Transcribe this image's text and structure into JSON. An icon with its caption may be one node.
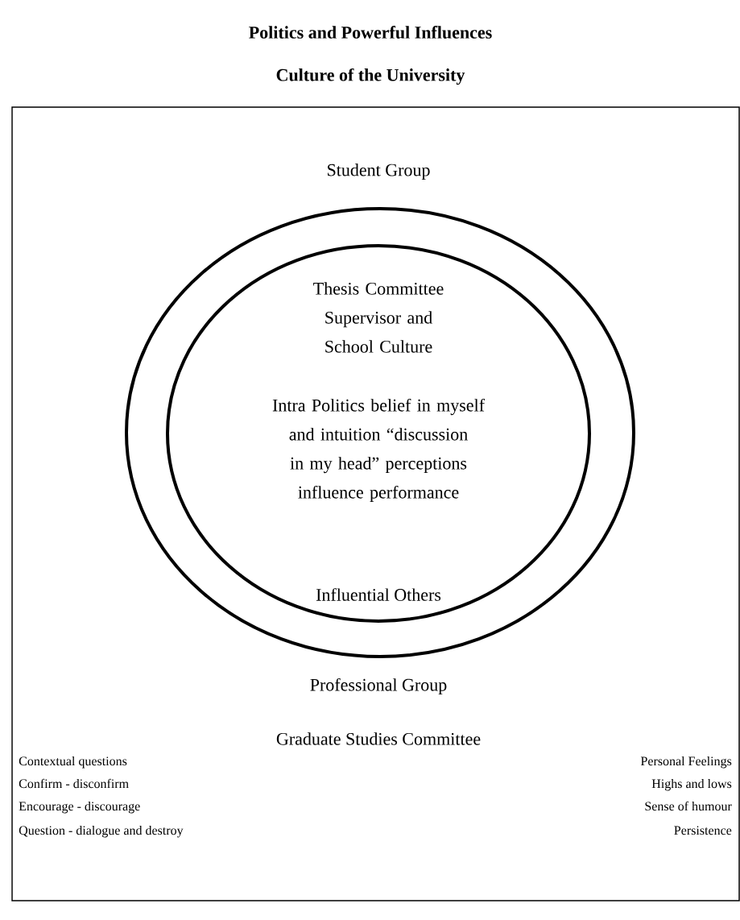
{
  "diagram": {
    "title": "Politics and Powerful Influences",
    "nodes": [
      {
        "text": [
          "Culture of the University",
          "Graduate Studies Committee",
          "Contextual questions",
          "Confirm - disconfirm",
          "Encourage - discourage",
          "Question - dialogue and destroy",
          "Personal Feelings",
          "Highs and lows",
          "Sense of humour",
          "Persistence"
        ]
      },
      {
        "text": [
          "Student Group",
          "Professional Group"
        ],
        "in": 0
      },
      {
        "text": [
          "Thesis Committee Supervisor and School Culture",
          "Intra Politics belief in myself and intuition “discussion in my head” perceptions influence performance",
          "Influential Others"
        ],
        "in": 1
      }
    ]
  }
}
